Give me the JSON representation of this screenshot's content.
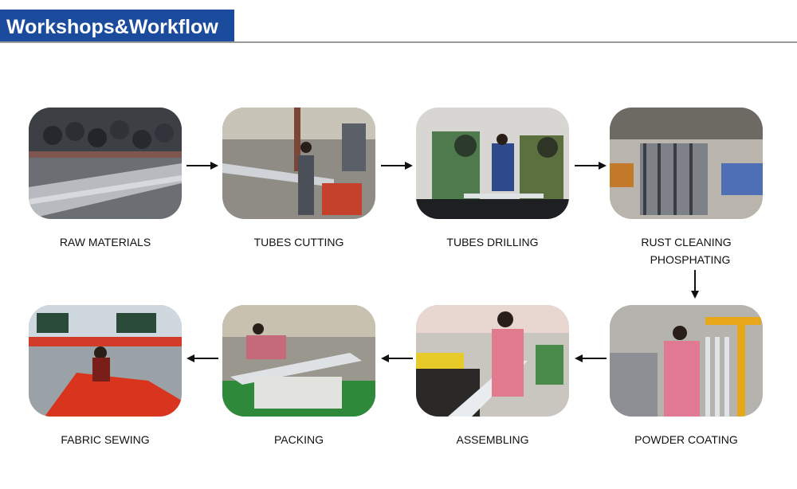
{
  "header": {
    "title": "Workshops&Workflow",
    "color": "#1a4b9c"
  },
  "steps": [
    {
      "label": "RAW MATERIALS",
      "photo_icon": "steel-tubes-photo"
    },
    {
      "label": "TUBES CUTTING",
      "photo_icon": "cutting-photo"
    },
    {
      "label": "TUBES DRILLING",
      "photo_icon": "drilling-photo"
    },
    {
      "label_line1": "RUST CLEANING",
      "label_line2": "PHOSPHATING",
      "photo_icon": "rust-cleaning-photo"
    },
    {
      "label": "POWDER COATING",
      "photo_icon": "powder-coating-photo"
    },
    {
      "label": "ASSEMBLING",
      "photo_icon": "assembling-photo"
    },
    {
      "label": "PACKING",
      "photo_icon": "packing-photo"
    },
    {
      "label": "FABRIC SEWING",
      "photo_icon": "fabric-sewing-photo"
    }
  ]
}
